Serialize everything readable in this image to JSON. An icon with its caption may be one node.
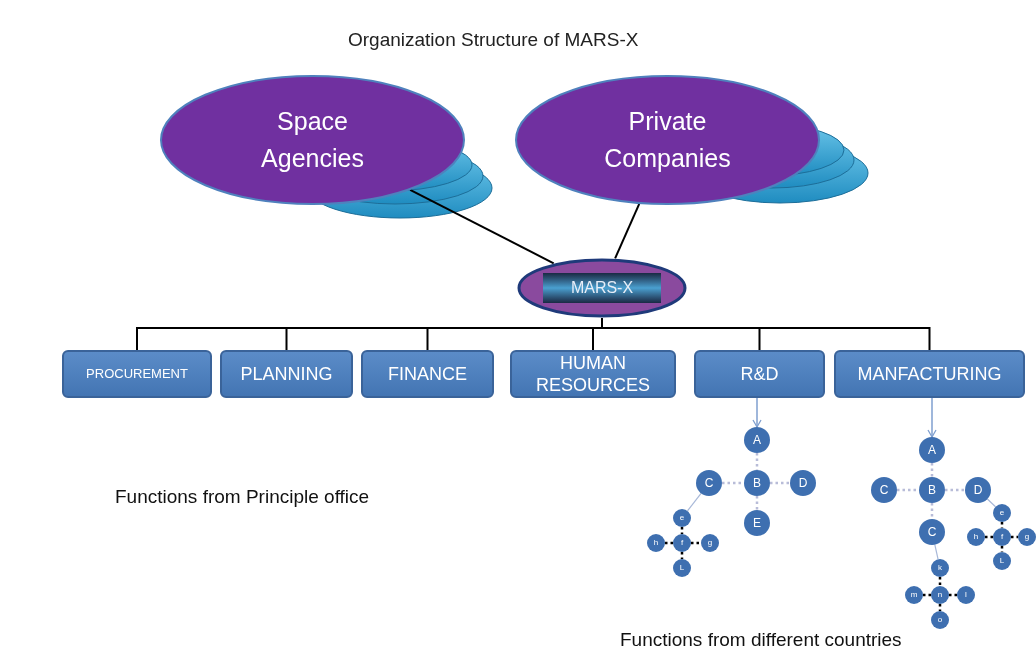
{
  "diagram": {
    "title": "Organization Structure  of MARS-X",
    "nodes": [
      {
        "text": [
          "Space Agencies"
        ]
      },
      {
        "text": [
          "Private Companies"
        ]
      },
      {
        "text": [
          "MARS-X"
        ]
      },
      {
        "text": [
          "PROCUREMENT"
        ]
      },
      {
        "text": [
          "PLANNING"
        ]
      },
      {
        "text": [
          "FINANCE"
        ]
      },
      {
        "text": [
          "HUMAN RESOURCES"
        ]
      },
      {
        "text": [
          "R&D"
        ]
      },
      {
        "text": [
          "MANFACTURING"
        ]
      },
      {
        "text": [
          "A"
        ]
      },
      {
        "text": [
          "B"
        ]
      },
      {
        "text": [
          "C"
        ]
      },
      {
        "text": [
          "D"
        ]
      },
      {
        "text": [
          "E"
        ]
      },
      {
        "text": [
          "e"
        ]
      },
      {
        "text": [
          "f"
        ]
      },
      {
        "text": [
          "h"
        ]
      },
      {
        "text": [
          "g"
        ]
      },
      {
        "text": [
          "L"
        ]
      },
      {
        "text": [
          "A"
        ]
      },
      {
        "text": [
          "B"
        ]
      },
      {
        "text": [
          "C"
        ]
      },
      {
        "text": [
          "D"
        ]
      },
      {
        "text": [
          "C"
        ]
      },
      {
        "text": [
          "e"
        ]
      },
      {
        "text": [
          "f"
        ]
      },
      {
        "text": [
          "h"
        ]
      },
      {
        "text": [
          "g"
        ]
      },
      {
        "text": [
          "L"
        ]
      },
      {
        "text": [
          "k"
        ]
      },
      {
        "text": [
          "n"
        ]
      },
      {
        "text": [
          "m"
        ]
      },
      {
        "text": [
          "l"
        ]
      },
      {
        "text": [
          "o"
        ]
      }
    ],
    "edges": [
      {
        "from": 0,
        "to": 2,
        "arrow": "none"
      },
      {
        "from": 1,
        "to": 2,
        "arrow": "none"
      },
      {
        "from": 2,
        "to": 3,
        "arrow": "none"
      },
      {
        "from": 2,
        "to": 4,
        "arrow": "none"
      },
      {
        "from": 2,
        "to": 5,
        "arrow": "none"
      },
      {
        "from": 2,
        "to": 6,
        "arrow": "none"
      },
      {
        "from": 2,
        "to": 7,
        "arrow": "none"
      },
      {
        "from": 2,
        "to": 8,
        "arrow": "none"
      },
      {
        "from": 7,
        "to": 9,
        "arrow": "to",
        "color": "#7f9fcf"
      },
      {
        "from": 9,
        "to": 10,
        "arrow": "none",
        "style": "dashed",
        "color": "#b8bcd8"
      },
      {
        "from": 11,
        "to": 10,
        "arrow": "none",
        "style": "dashed",
        "color": "#b8bcd8"
      },
      {
        "from": 10,
        "to": 12,
        "arrow": "none",
        "style": "dashed",
        "color": "#b8bcd8"
      },
      {
        "from": 10,
        "to": 13,
        "arrow": "none",
        "style": "dashed",
        "color": "#b8bcd8"
      },
      {
        "from": 11,
        "to": 14,
        "arrow": "none",
        "color": "#a8b8d8"
      },
      {
        "from": 14,
        "to": 15,
        "arrow": "none",
        "style": "dashed"
      },
      {
        "from": 16,
        "to": 15,
        "arrow": "none",
        "style": "dashed"
      },
      {
        "from": 15,
        "to": 17,
        "arrow": "none",
        "style": "dashed"
      },
      {
        "from": 15,
        "to": 18,
        "arrow": "none",
        "style": "dashed"
      },
      {
        "from": 8,
        "to": 19,
        "arrow": "to",
        "color": "#7f9fcf"
      },
      {
        "from": 19,
        "to": 20,
        "arrow": "none",
        "style": "dashed",
        "color": "#b8bcd8"
      },
      {
        "from": 21,
        "to": 20,
        "arrow": "none",
        "style": "dashed",
        "color": "#b8bcd8"
      },
      {
        "from": 20,
        "to": 22,
        "arrow": "none",
        "style": "dashed",
        "color": "#b8bcd8"
      },
      {
        "from": 20,
        "to": 23,
        "arrow": "none",
        "style": "dashed",
        "color": "#b8bcd8"
      },
      {
        "from": 22,
        "to": 24,
        "arrow": "none",
        "color": "#a8b8d8"
      },
      {
        "from": 24,
        "to": 25,
        "arrow": "none",
        "style": "dashed"
      },
      {
        "from": 26,
        "to": 25,
        "arrow": "none",
        "style": "dashed"
      },
      {
        "from": 25,
        "to": 27,
        "arrow": "none",
        "style": "dashed"
      },
      {
        "from": 25,
        "to": 28,
        "arrow": "none",
        "style": "dashed"
      },
      {
        "from": 23,
        "to": 29,
        "arrow": "none",
        "color": "#a8b8d8"
      },
      {
        "from": 29,
        "to": 30,
        "arrow": "none",
        "style": "dashed"
      },
      {
        "from": 31,
        "to": 30,
        "arrow": "none",
        "style": "dashed"
      },
      {
        "from": 30,
        "to": 32,
        "arrow": "none",
        "style": "dashed"
      },
      {
        "from": 30,
        "to": 33,
        "arrow": "none",
        "style": "dashed"
      }
    ],
    "labels": [
      "Functions from Principle office",
      "Functions from different countries"
    ]
  }
}
